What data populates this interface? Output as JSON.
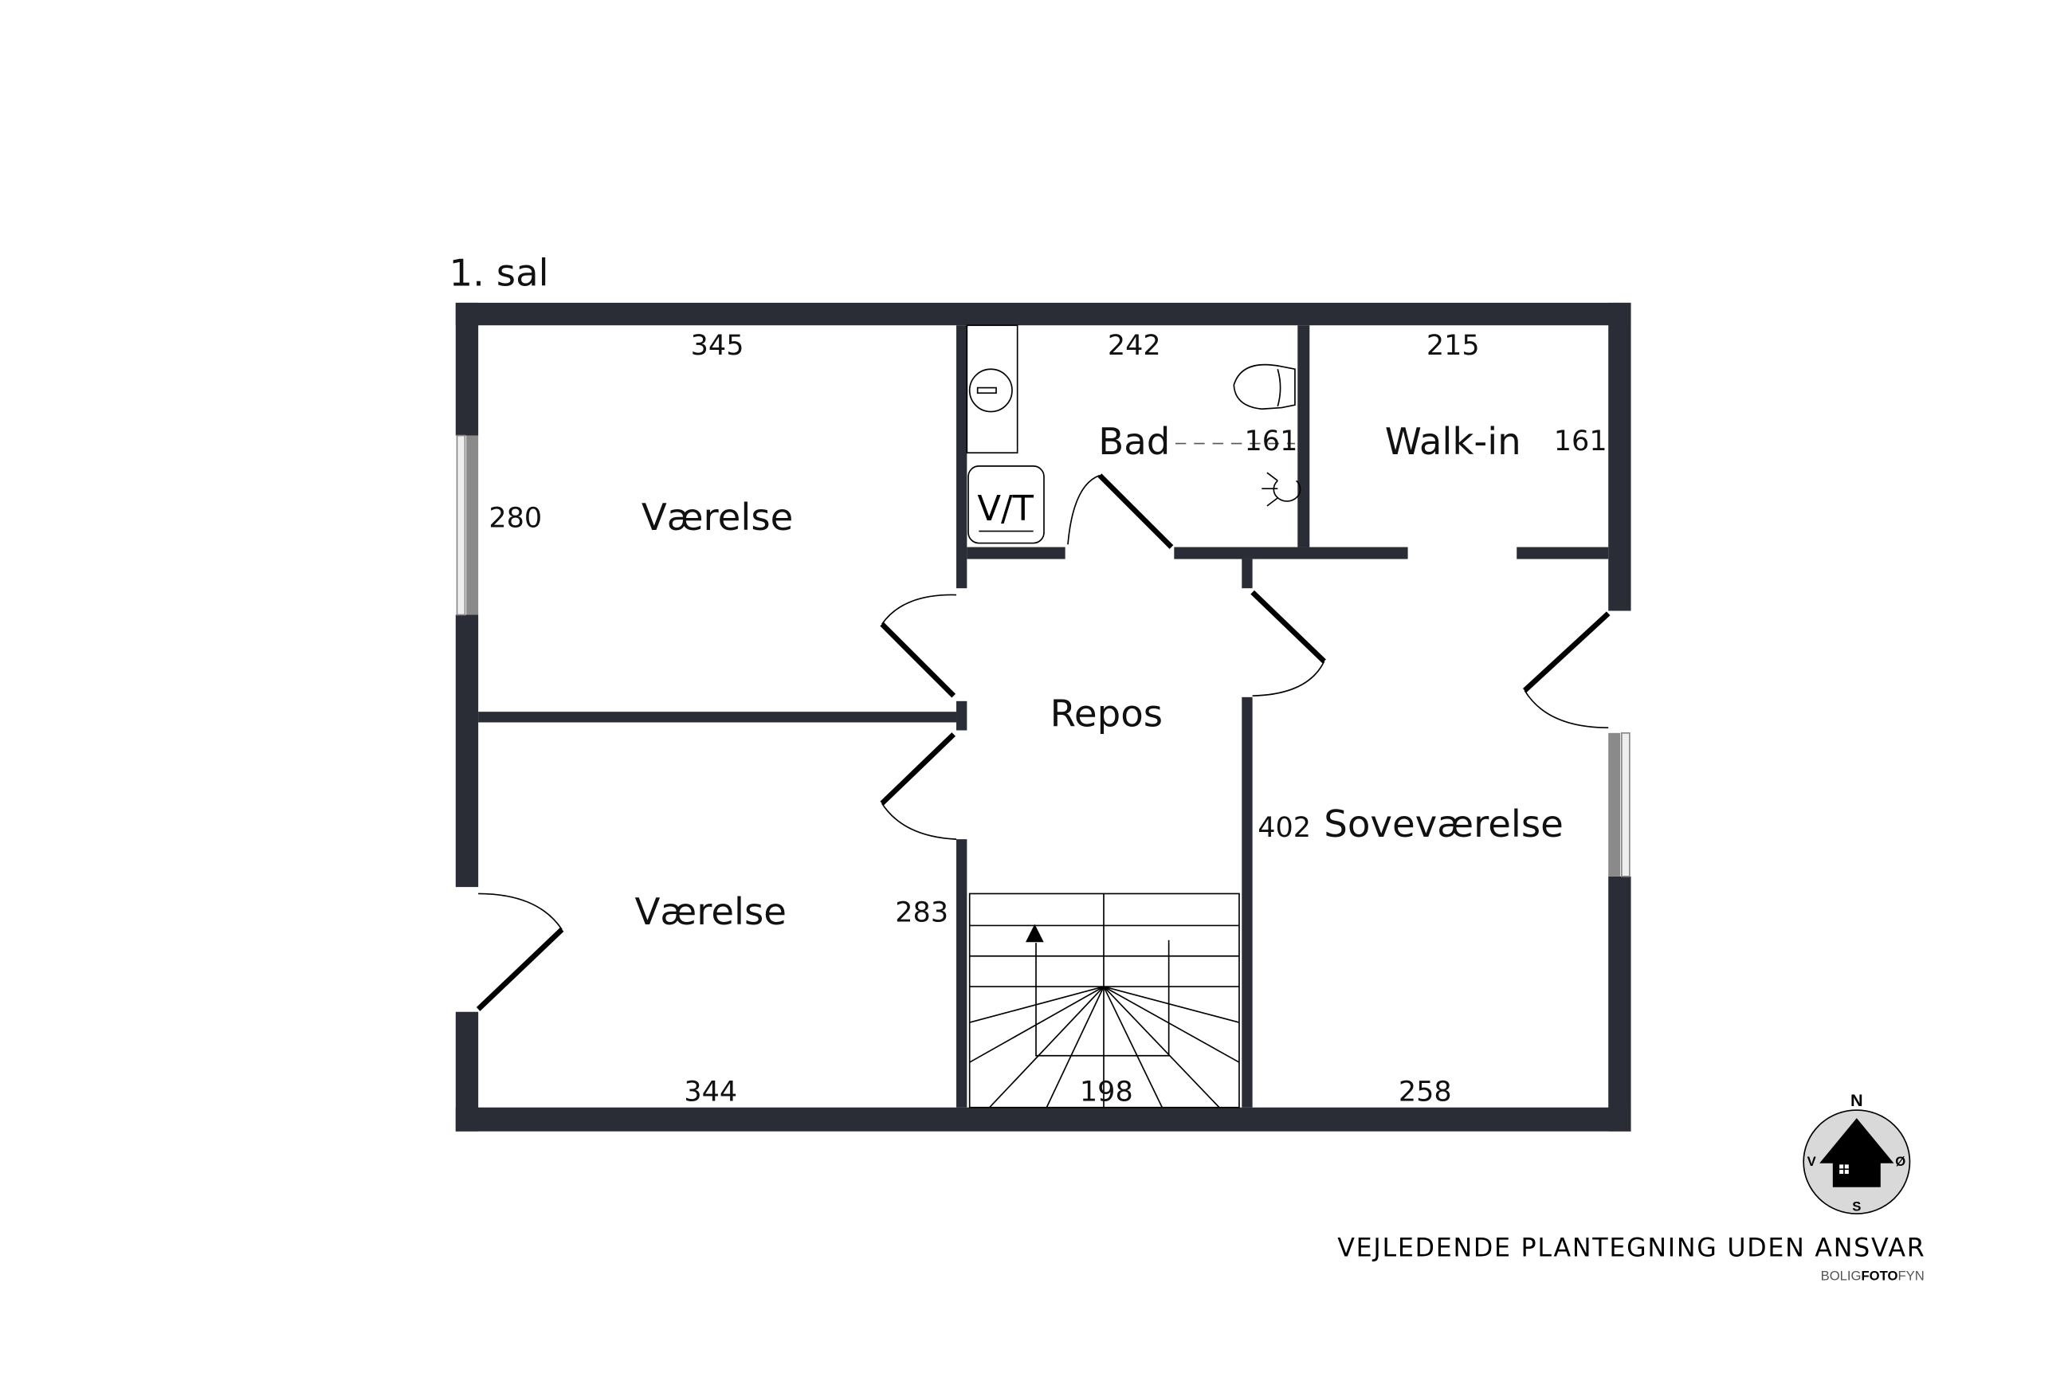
{
  "floor_label": "1. sal",
  "rooms": [
    {
      "name": "Værelse",
      "dims": [
        "345",
        "280"
      ]
    },
    {
      "name": "Bad",
      "dims": [
        "242",
        "161"
      ]
    },
    {
      "name": "Walk-in",
      "dims": [
        "215",
        "161"
      ]
    },
    {
      "name": "Repos",
      "dims": []
    },
    {
      "name": "Soveværelse",
      "dims": [
        "402",
        "258"
      ]
    },
    {
      "name": "Værelse",
      "dims": [
        "344",
        "283"
      ]
    }
  ],
  "stairs_dim": "198",
  "fixtures": {
    "washer_dryer": "V/T"
  },
  "compass": {
    "n": "N",
    "s": "S",
    "e": "Ø",
    "w": "V"
  },
  "footer": {
    "disclaimer": "VEJLEDENDE PLANTEGNING UDEN ANSVAR",
    "brand_a": "BOLIG",
    "brand_b": "FOTO",
    "brand_c": "FYN"
  },
  "colors": {
    "wall": "#2a2d35",
    "compass_fill": "#d9d9d9"
  }
}
